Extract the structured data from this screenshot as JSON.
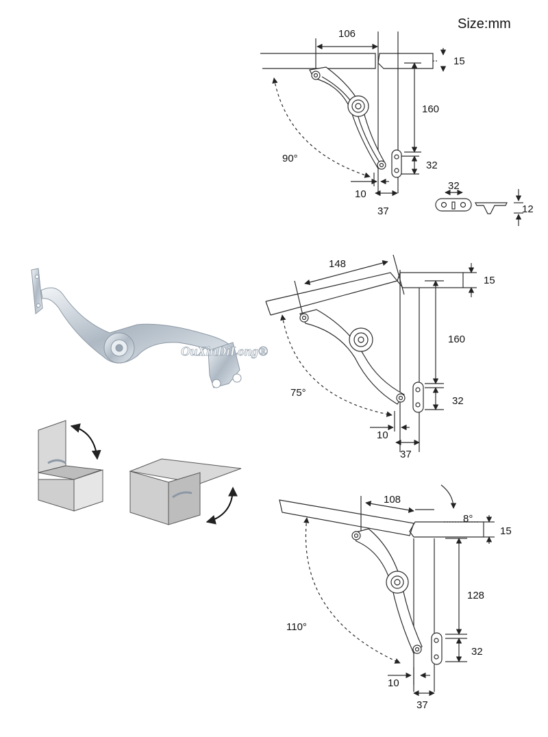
{
  "size_label": "Size:mm",
  "watermark": "OuXinDiLong®",
  "colors": {
    "line": "#2a2a2a",
    "dash": "#333333",
    "metal": "#c9d2da",
    "box": "#d9d9d9"
  },
  "diagram_90": {
    "angle": "90°",
    "arm_length": "106",
    "panel": "15",
    "height": "160",
    "mount": "32",
    "offset_small": "10",
    "offset_large": "37"
  },
  "bracket_detail": {
    "width": "32",
    "height": "12"
  },
  "diagram_75": {
    "angle": "75°",
    "arm_length": "148",
    "panel": "15",
    "height": "160",
    "mount": "32",
    "offset_small": "10",
    "offset_large": "37"
  },
  "diagram_110": {
    "angle": "110°",
    "tilt": "8°",
    "arm_length": "108",
    "panel": "15",
    "height": "128",
    "mount": "32",
    "offset_small": "10",
    "offset_large": "37"
  }
}
